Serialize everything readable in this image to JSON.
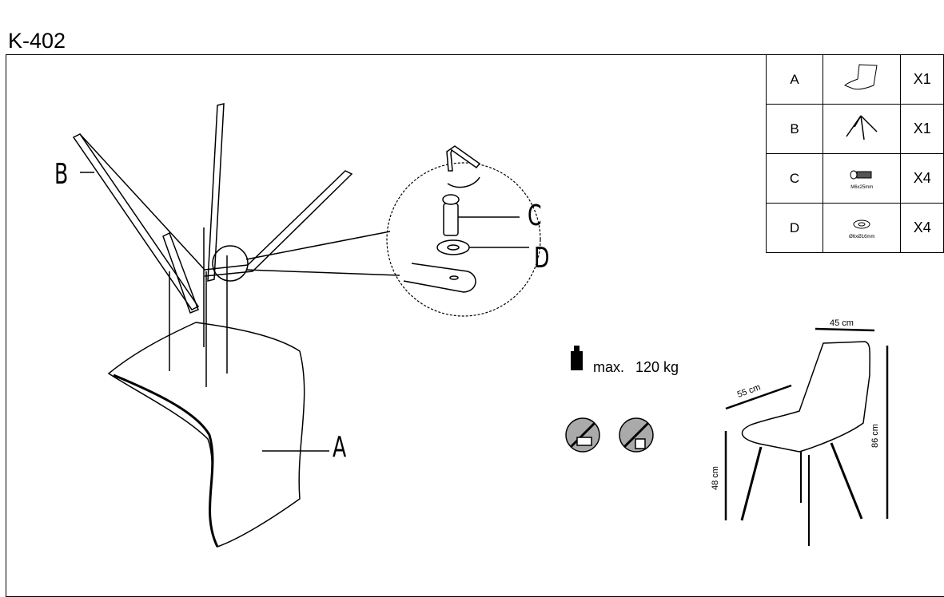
{
  "title": "K-402",
  "parts": [
    {
      "letter": "A",
      "icon": "chair-seat-icon",
      "qty": "X1",
      "spec": ""
    },
    {
      "letter": "B",
      "icon": "chair-base-icon",
      "qty": "X1",
      "spec": ""
    },
    {
      "letter": "C",
      "icon": "bolt-icon",
      "qty": "X4",
      "spec": "M6x25mm"
    },
    {
      "letter": "D",
      "icon": "washer-icon",
      "qty": "X4",
      "spec": "Ø6xØ16mm"
    }
  ],
  "labels": {
    "a": "A",
    "b": "B",
    "c": "C",
    "d": "D"
  },
  "load": {
    "prefix": "max.",
    "value": "120 kg",
    "icon": "weight-icon"
  },
  "warnings": [
    "no-climbing-icon",
    "no-standing-icon"
  ],
  "dimensions": {
    "width": "45 cm",
    "depth": "55 cm",
    "height": "86 cm",
    "seat_height": "48 cm"
  }
}
